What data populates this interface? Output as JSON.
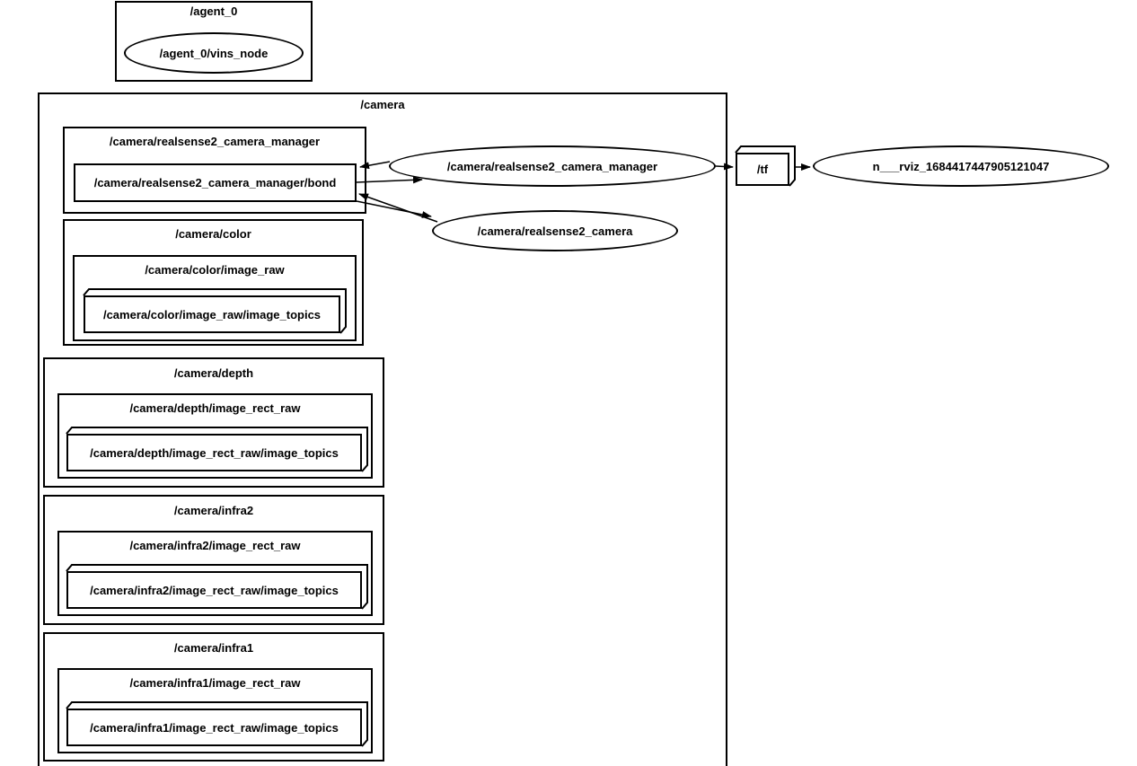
{
  "graph": {
    "colors": {
      "stroke": "#000000",
      "background": "#ffffff"
    },
    "clusters": {
      "agent0": {
        "label": "/agent_0"
      },
      "camera": {
        "label": "/camera"
      },
      "manager_ns": {
        "label": "/camera/realsense2_camera_manager"
      },
      "color_ns": {
        "label": "/camera/color"
      },
      "color_image_raw_ns": {
        "label": "/camera/color/image_raw"
      },
      "depth_ns": {
        "label": "/camera/depth"
      },
      "depth_image_rect_raw_ns": {
        "label": "/camera/depth/image_rect_raw"
      },
      "infra2_ns": {
        "label": "/camera/infra2"
      },
      "infra2_image_rect_raw_ns": {
        "label": "/camera/infra2/image_rect_raw"
      },
      "infra1_ns": {
        "label": "/camera/infra1"
      },
      "infra1_image_rect_raw_ns": {
        "label": "/camera/infra1/image_rect_raw"
      }
    },
    "nodes": {
      "vins_node": {
        "label": "/agent_0/vins_node",
        "shape": "ellipse"
      },
      "manager_node": {
        "label": "/camera/realsense2_camera_manager",
        "shape": "ellipse"
      },
      "realsense_camera_node": {
        "label": "/camera/realsense2_camera",
        "shape": "ellipse"
      },
      "rviz_node": {
        "label": "n___rviz_1684417447905121047",
        "shape": "ellipse"
      },
      "bond_topic": {
        "label": "/camera/realsense2_camera_manager/bond",
        "shape": "box"
      },
      "tf_topic": {
        "label": "/tf",
        "shape": "box3d"
      },
      "color_image_topics": {
        "label": "/camera/color/image_raw/image_topics",
        "shape": "box3d"
      },
      "depth_image_topics": {
        "label": "/camera/depth/image_rect_raw/image_topics",
        "shape": "box3d"
      },
      "infra2_image_topics": {
        "label": "/camera/infra2/image_rect_raw/image_topics",
        "shape": "box3d"
      },
      "infra1_image_topics": {
        "label": "/camera/infra1/image_rect_raw/image_topics",
        "shape": "box3d"
      }
    },
    "edges": [
      {
        "from": "/camera/realsense2_camera_manager",
        "to": "/camera/realsense2_camera_manager/bond"
      },
      {
        "from": "/camera/realsense2_camera_manager/bond",
        "to": "/camera/realsense2_camera_manager"
      },
      {
        "from": "/camera/realsense2_camera",
        "to": "/camera/realsense2_camera_manager/bond"
      },
      {
        "from": "/camera/realsense2_camera_manager/bond",
        "to": "/camera/realsense2_camera"
      },
      {
        "from": "/camera/realsense2_camera_manager",
        "to": "/tf"
      },
      {
        "from": "/tf",
        "to": "n___rviz_1684417447905121047"
      }
    ]
  }
}
